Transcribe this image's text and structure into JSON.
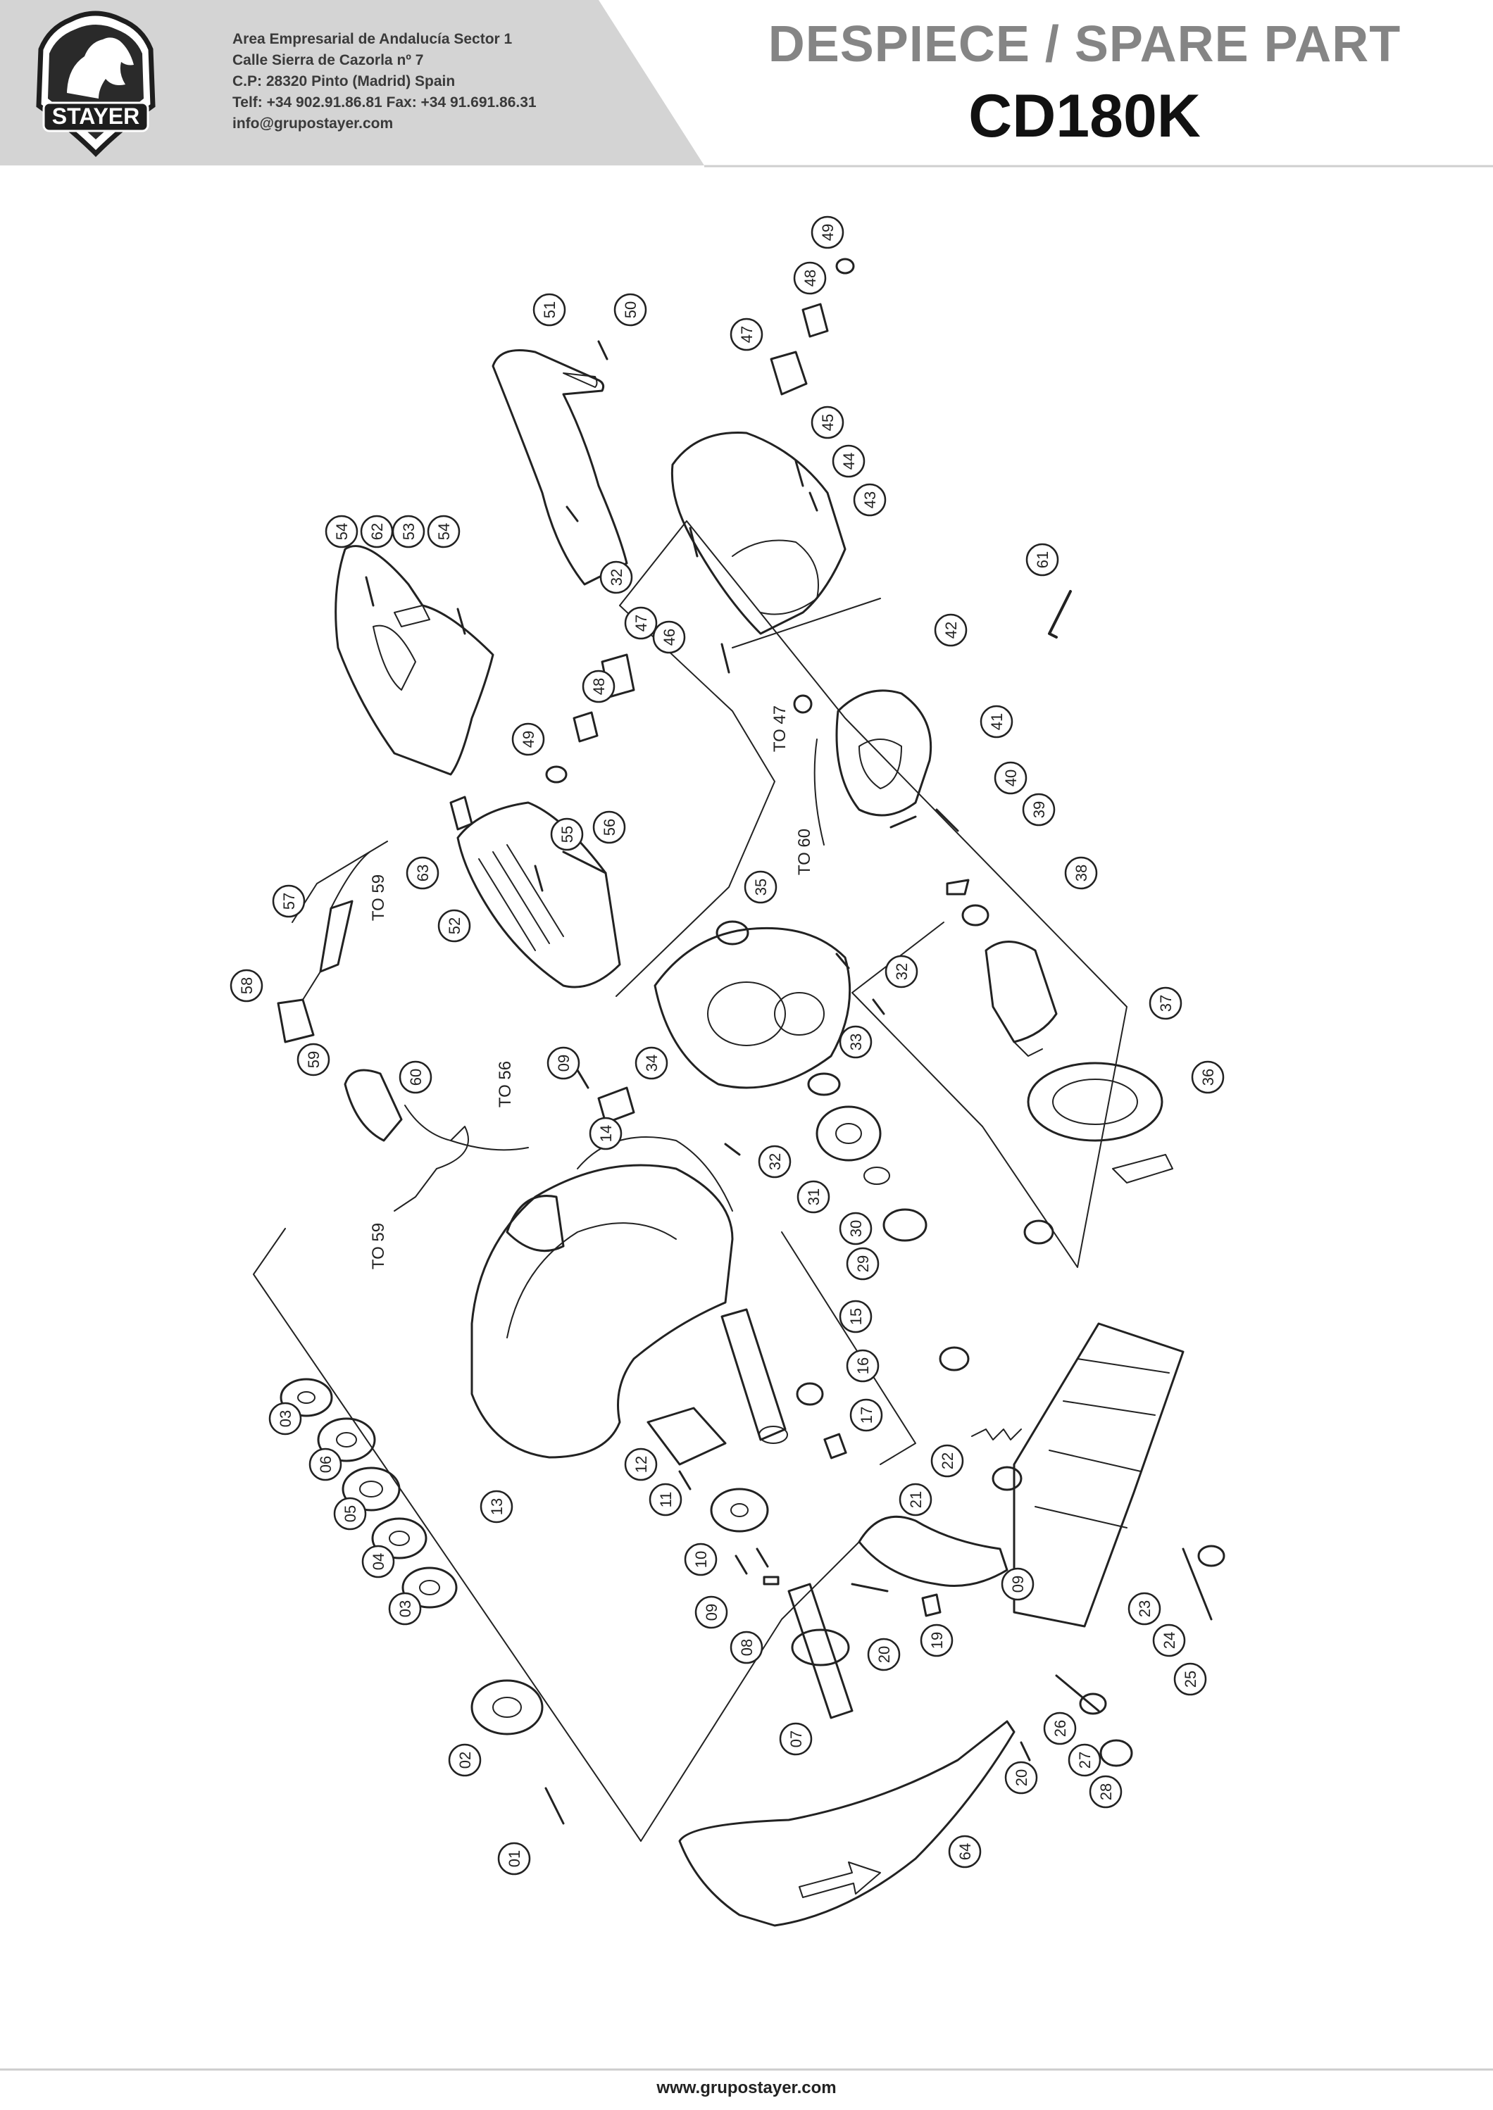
{
  "header": {
    "company_lines": [
      "Area Empresarial de Andalucía Sector 1",
      "Calle Sierra de Cazorla nº 7",
      "C.P: 28320 Pinto (Madrid) Spain",
      "Telf: +34 902.91.86.81 Fax: +34 91.691.86.31",
      "info@grupostayer.com"
    ],
    "logo_text": "STAYER",
    "title": "DESPIECE / SPARE PART",
    "model": "CD180K"
  },
  "colors": {
    "banner_grey": "#d4d4d4",
    "line": "#222222",
    "title_grey": "#858585"
  },
  "diagram": {
    "part_labels": [
      "01",
      "02",
      "03",
      "06",
      "05",
      "04",
      "03",
      "07",
      "08",
      "09",
      "09",
      "09",
      "10",
      "11",
      "12",
      "13",
      "14",
      "15",
      "16",
      "17",
      "19",
      "20",
      "20",
      "21",
      "22",
      "23",
      "24",
      "25",
      "26",
      "27",
      "28",
      "29",
      "30",
      "31",
      "32",
      "32",
      "32",
      "33",
      "34",
      "35",
      "36",
      "37",
      "38",
      "39",
      "40",
      "41",
      "42",
      "43",
      "44",
      "45",
      "46",
      "47",
      "47",
      "48",
      "48",
      "49",
      "49",
      "50",
      "51",
      "52",
      "53",
      "54",
      "54",
      "55",
      "56",
      "57",
      "58",
      "59",
      "60",
      "61",
      "62",
      "63",
      "64"
    ],
    "connection_notes": [
      "TO 47",
      "TO 60",
      "TO 59",
      "TO 56",
      "TO 59"
    ]
  },
  "footer": {
    "website": "www.grupostayer.com"
  }
}
